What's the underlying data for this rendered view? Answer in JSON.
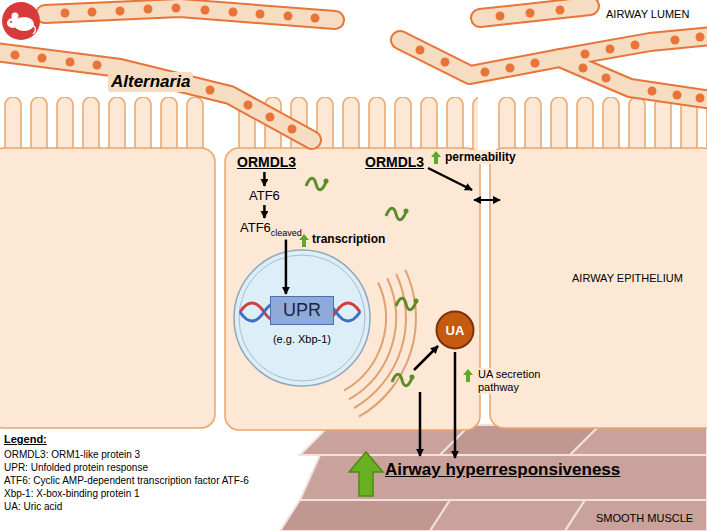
{
  "diagram": {
    "nodes": [
      {
        "text": [
          "ORMDL3"
        ]
      },
      {
        "text": [
          "ATF6"
        ]
      },
      {
        "text": [
          "ATF6",
          "cleaved"
        ]
      },
      {
        "text": [
          "UPR"
        ]
      },
      {
        "text": [
          "ORMDL3"
        ]
      },
      {
        "text": [
          "UA"
        ]
      },
      {
        "text": [
          "Airway hyperresponsiveness"
        ]
      }
    ],
    "edges": [
      {
        "from": 0,
        "to": 1,
        "arrow": "to"
      },
      {
        "from": 1,
        "to": 2,
        "arrow": "to"
      },
      {
        "from": 2,
        "to": 3,
        "arrow": "to",
        "label": "transcription"
      },
      {
        "from": 5,
        "to": 6,
        "arrow": "to",
        "label": "UA secretion pathway"
      }
    ],
    "labels": [
      "AIRWAY LUMEN",
      "Alternaria",
      "AIRWAY EPITHELIUM",
      "(e.g. Xbp-1)",
      "permeability",
      "SMOOTH MUSCLE",
      "Legend:"
    ],
    "legend": [
      {
        "text": "ORMDL3: ORM1-like protein 3"
      },
      {
        "text": "UPR: Unfolded protein response"
      },
      {
        "text": "ATF6: Cyclic AMP-dependent transcription factor ATF-6"
      },
      {
        "text": "Xbp-1: X-box-binding protein 1"
      },
      {
        "text": "UA: Uric acid"
      }
    ]
  }
}
